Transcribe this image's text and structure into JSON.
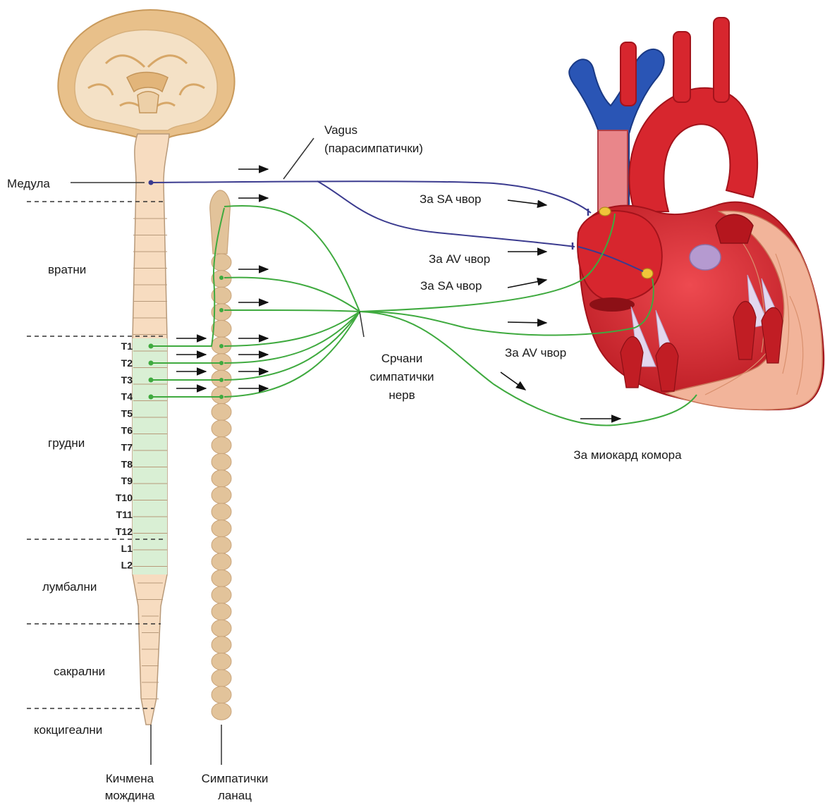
{
  "labels": {
    "medulla": "Медула",
    "cervical": "вратни",
    "thoracic": "грудни",
    "lumbar": "лумбални",
    "sacral": "сакрални",
    "coccygeal": "кокцигеални",
    "spinal_cord_1": "Кичмена",
    "spinal_cord_2": "мождина",
    "chain_1": "Симпатички",
    "chain_2": "ланац",
    "vagus_1": "Vagus",
    "vagus_2": "(парасимпатички)",
    "to_sa_1": "За SA чвор",
    "to_av_1": "За AV чвор",
    "to_sa_2": "За SA чвор",
    "to_av_2": "За AV чвор",
    "cardiac_1": "Срчани",
    "cardiac_2": "симпатички",
    "cardiac_3": "нерв",
    "myocardium": "За миокард комора"
  },
  "segments": [
    "T1",
    "T2",
    "T3",
    "T4",
    "T5",
    "T6",
    "T7",
    "T8",
    "T9",
    "T10",
    "T11",
    "T12",
    "L1",
    "L2"
  ],
  "colors": {
    "cord_fill": "#f7dcc0",
    "cord_green": "#d9efd4",
    "cord_line": "#b89a7a",
    "chain": "#e2c39a",
    "vagus": "#3b3b8f",
    "sympathetic": "#3faa3f",
    "brain_outer": "#e8c08a",
    "brain_inner": "#f4e1c6",
    "heart_red": "#d7262e",
    "heart_dark": "#a3131b",
    "vein_blue": "#2a55b5",
    "myocardium": "#f2b49a",
    "node_yellow": "#f0c63a"
  },
  "icons": [
    "brain-icon",
    "heart-icon",
    "arrow-icon"
  ]
}
